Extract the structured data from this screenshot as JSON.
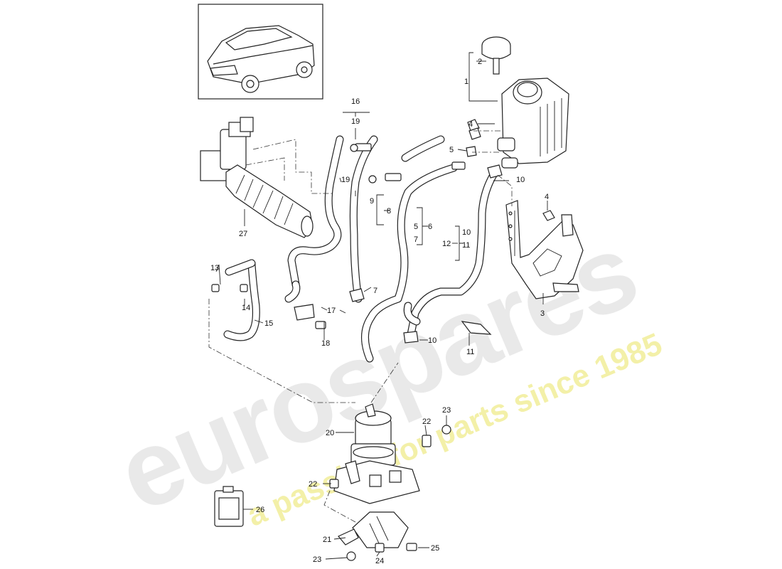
{
  "watermark": {
    "brand": "eurospares",
    "tagline": "a passion for parts since 1985"
  },
  "callouts": {
    "c1": "1",
    "c2": "2",
    "c3": "3",
    "c4a": "4",
    "c4b": "4",
    "c5a": "5",
    "c5b": "5",
    "c6": "6",
    "c7a": "7",
    "c7b": "7",
    "c8": "8",
    "c9": "9",
    "c10a": "10",
    "c10b": "10",
    "c10c": "10",
    "c11a": "11",
    "c11b": "11",
    "c12": "12",
    "c13": "13",
    "c14": "14",
    "c15": "15",
    "c16": "16",
    "c17": "17",
    "c18": "18",
    "c19a": "19",
    "c19b": "19",
    "c20": "20",
    "c21": "21",
    "c22a": "22",
    "c22b": "22",
    "c23a": "23",
    "c23b": "23",
    "c24": "24",
    "c25": "25",
    "c26": "26",
    "c27": "27"
  },
  "colors": {
    "line": "#222222",
    "watermark_grey": "#e9e9e9",
    "watermark_yellow": "#f3f0a8"
  }
}
